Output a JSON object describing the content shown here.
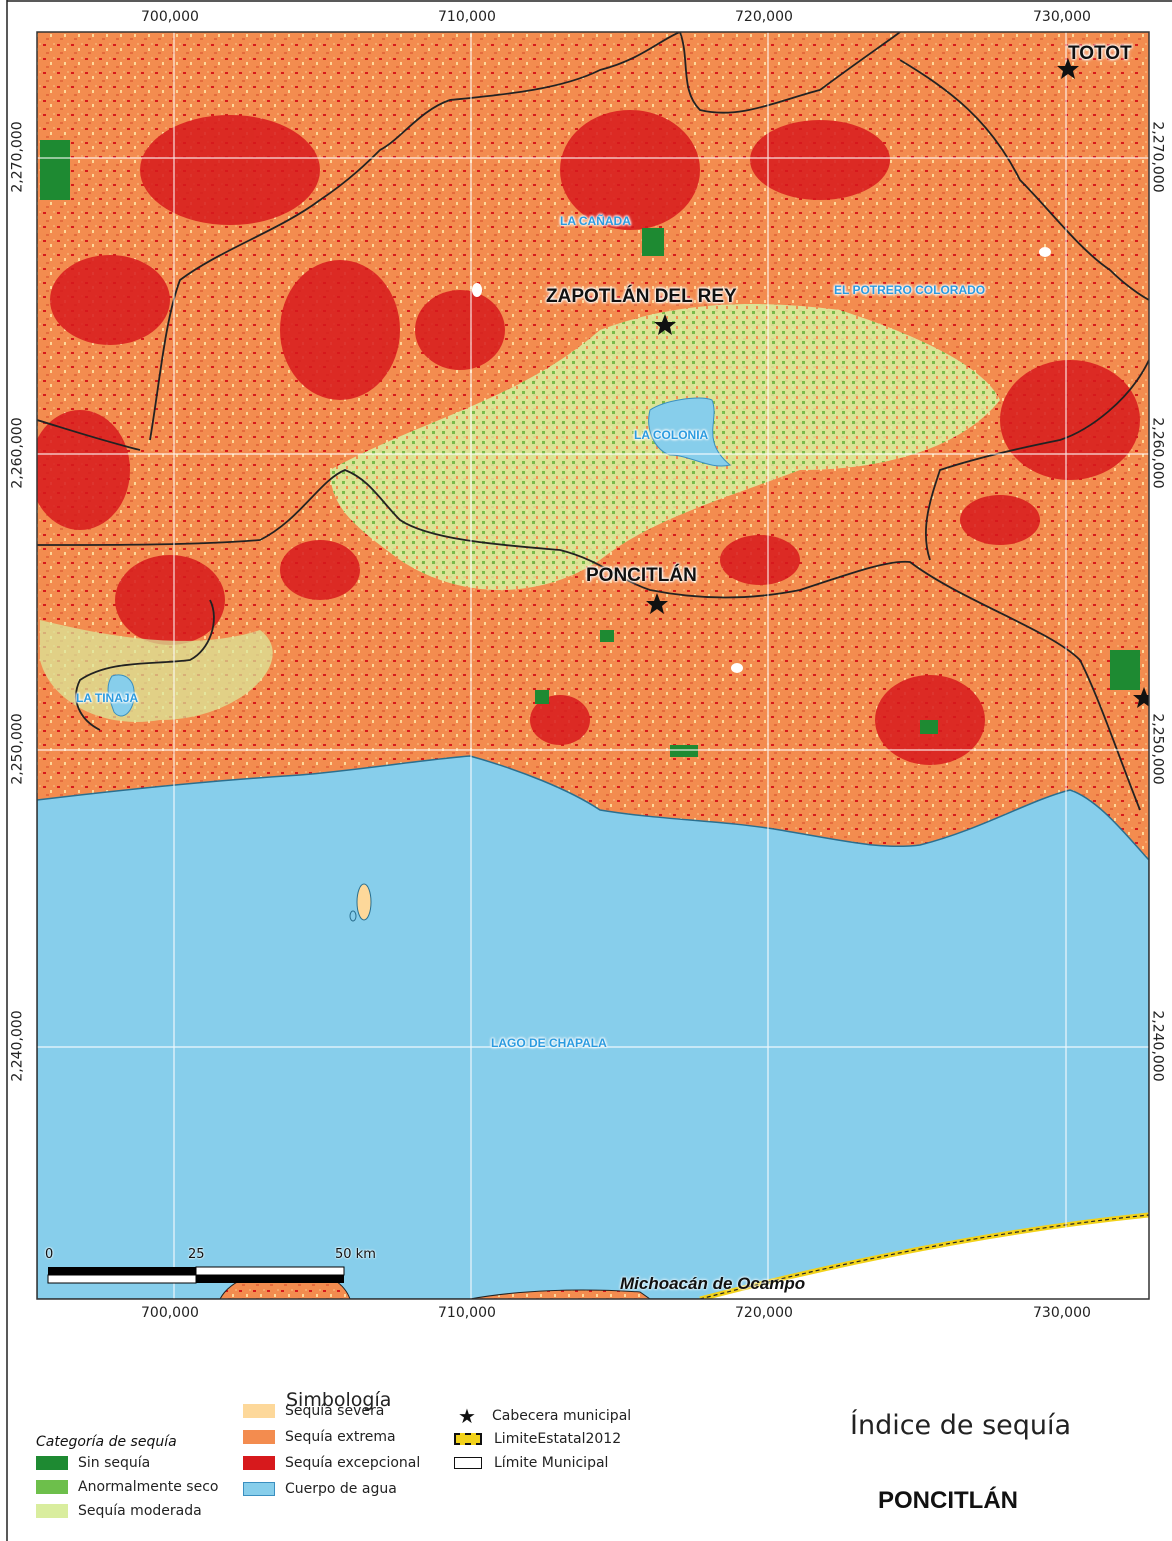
{
  "map": {
    "x_ticks_top": [
      "700,000",
      "710,000",
      "720,000",
      "730,000"
    ],
    "x_ticks_bottom": [
      "700,000",
      "710,000",
      "720,000",
      "730,000"
    ],
    "y_ticks_left": [
      "2,270,000",
      "2,260,000",
      "2,250,000",
      "2,240,000"
    ],
    "y_ticks_right": [
      "2,270,000",
      "2,260,000",
      "2,250,000",
      "2,240,000"
    ],
    "places": {
      "tototlan": "TOTOT",
      "la_canada": "LA CAÑADA",
      "zapotlan": "ZAPOTLÁN DEL REY",
      "el_potrero": "EL POTRERO COLORADO",
      "la_colonia": "LA COLONIA",
      "poncitlan": "PONCITLÁN",
      "la_tinaja": "LA TINAJA",
      "lago": "LAGO DE CHAPALA",
      "michoacan": "Michoacán de Ocampo"
    },
    "scale_bar": {
      "labels": [
        "0",
        "25",
        "50 km"
      ]
    }
  },
  "legend": {
    "title": "Simbología",
    "category_title": "Categoría de sequía",
    "categories": [
      {
        "label": "Sin sequía",
        "color": "#1e8a32"
      },
      {
        "label": "Anormalmente seco",
        "color": "#6dbf4b"
      },
      {
        "label": "Sequía moderada",
        "color": "#d9ed9e"
      },
      {
        "label": "Sequía severa",
        "color": "#fdd89a"
      },
      {
        "label": "Sequía extrema",
        "color": "#f38c4f"
      },
      {
        "label": "Sequía excepcional",
        "color": "#d7191c"
      },
      {
        "label": "Cuerpo de agua",
        "color": "#87ceeb"
      }
    ],
    "symbols": [
      {
        "label": "Cabecera municipal",
        "icon": "star-icon"
      },
      {
        "label": "LimiteEstatal2012",
        "icon": "dashed-yellow-box-icon"
      },
      {
        "label": "Límite Municipal",
        "icon": "outline-box-icon"
      }
    ]
  },
  "title_block": {
    "index_title": "Índice de sequía",
    "municipality": "PONCITLÁN"
  },
  "colors": {
    "water": "#87ceeb",
    "extreme": "#f38c4f",
    "exceptional": "#d7191c",
    "moderate": "#d9ed9e",
    "abnormal": "#6dbf4b",
    "no_drought": "#1e8a32",
    "severe": "#fdd89a"
  }
}
